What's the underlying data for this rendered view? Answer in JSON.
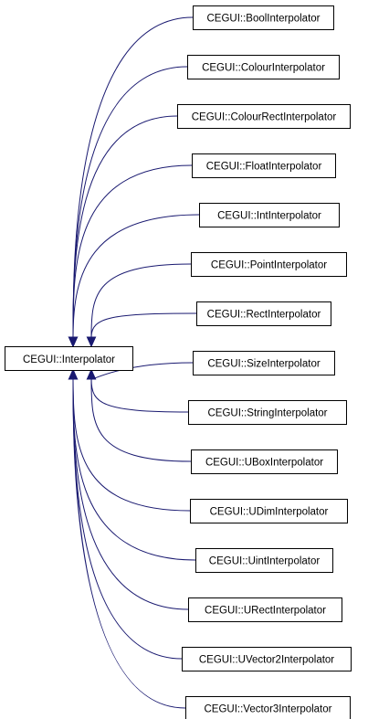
{
  "diagram": {
    "base_class": "CEGUI::Interpolator",
    "edge_color": "#191970",
    "derived_classes": [
      "CEGUI::BoolInterpolator",
      "CEGUI::ColourInterpolator",
      "CEGUI::ColourRectInterpolator",
      "CEGUI::FloatInterpolator",
      "CEGUI::IntInterpolator",
      "CEGUI::PointInterpolator",
      "CEGUI::RectInterpolator",
      "CEGUI::SizeInterpolator",
      "CEGUI::StringInterpolator",
      "CEGUI::UBoxInterpolator",
      "CEGUI::UDimInterpolator",
      "CEGUI::UintInterpolator",
      "CEGUI::URectInterpolator",
      "CEGUI::UVector2Interpolator",
      "CEGUI::Vector3Interpolator"
    ]
  }
}
